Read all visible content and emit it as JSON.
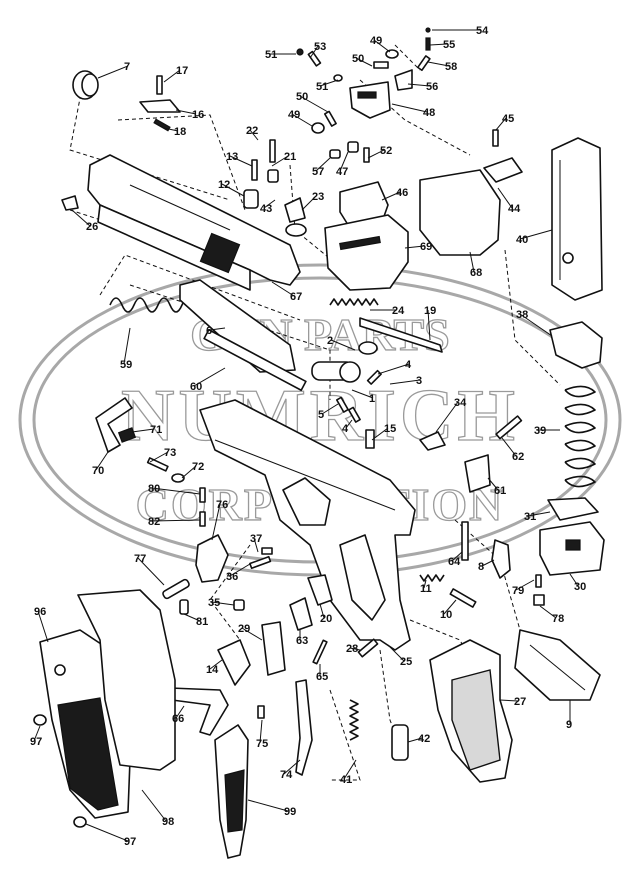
{
  "watermark": {
    "top_text": "GUN PARTS",
    "main_text": "NUMRICH",
    "bottom_text": "CORPORATION"
  },
  "callouts": [
    {
      "id": "c54",
      "label": "54"
    },
    {
      "id": "c55",
      "label": "55"
    },
    {
      "id": "c53",
      "label": "53"
    },
    {
      "id": "c49a",
      "label": "49"
    },
    {
      "id": "c51a",
      "label": "51"
    },
    {
      "id": "c50a",
      "label": "50"
    },
    {
      "id": "c58",
      "label": "58"
    },
    {
      "id": "c7",
      "label": "7"
    },
    {
      "id": "c17",
      "label": "17"
    },
    {
      "id": "c51b",
      "label": "51"
    },
    {
      "id": "c56",
      "label": "56"
    },
    {
      "id": "c50b",
      "label": "50"
    },
    {
      "id": "c48",
      "label": "48"
    },
    {
      "id": "c16",
      "label": "16"
    },
    {
      "id": "c49b",
      "label": "49"
    },
    {
      "id": "c45",
      "label": "45"
    },
    {
      "id": "c18",
      "label": "18"
    },
    {
      "id": "c22",
      "label": "22"
    },
    {
      "id": "c52",
      "label": "52"
    },
    {
      "id": "c13",
      "label": "13"
    },
    {
      "id": "c21",
      "label": "21"
    },
    {
      "id": "c57",
      "label": "57"
    },
    {
      "id": "c47",
      "label": "47"
    },
    {
      "id": "c12",
      "label": "12"
    },
    {
      "id": "c46",
      "label": "46"
    },
    {
      "id": "c44",
      "label": "44"
    },
    {
      "id": "c43",
      "label": "43"
    },
    {
      "id": "c23",
      "label": "23"
    },
    {
      "id": "c26",
      "label": "26"
    },
    {
      "id": "c40",
      "label": "40"
    },
    {
      "id": "c69",
      "label": "69"
    },
    {
      "id": "c68",
      "label": "68"
    },
    {
      "id": "c67",
      "label": "67"
    },
    {
      "id": "c24",
      "label": "24"
    },
    {
      "id": "c19",
      "label": "19"
    },
    {
      "id": "c38",
      "label": "38"
    },
    {
      "id": "c6",
      "label": "6"
    },
    {
      "id": "c2",
      "label": "2"
    },
    {
      "id": "c59",
      "label": "59"
    },
    {
      "id": "c4a",
      "label": "4"
    },
    {
      "id": "c3",
      "label": "3"
    },
    {
      "id": "c60",
      "label": "60"
    },
    {
      "id": "c1",
      "label": "1"
    },
    {
      "id": "c5",
      "label": "5"
    },
    {
      "id": "c4b",
      "label": "4"
    },
    {
      "id": "c34",
      "label": "34"
    },
    {
      "id": "c39",
      "label": "39"
    },
    {
      "id": "c71",
      "label": "71"
    },
    {
      "id": "c15",
      "label": "15"
    },
    {
      "id": "c62",
      "label": "62"
    },
    {
      "id": "c70",
      "label": "70"
    },
    {
      "id": "c73",
      "label": "73"
    },
    {
      "id": "c72",
      "label": "72"
    },
    {
      "id": "c61",
      "label": "61"
    },
    {
      "id": "c80",
      "label": "80"
    },
    {
      "id": "c76",
      "label": "76"
    },
    {
      "id": "c31",
      "label": "31"
    },
    {
      "id": "c82",
      "label": "82"
    },
    {
      "id": "c37",
      "label": "37"
    },
    {
      "id": "c64",
      "label": "64"
    },
    {
      "id": "c8",
      "label": "8"
    },
    {
      "id": "c36",
      "label": "36"
    },
    {
      "id": "c77",
      "label": "77"
    },
    {
      "id": "c30",
      "label": "30"
    },
    {
      "id": "c11",
      "label": "11"
    },
    {
      "id": "c79",
      "label": "79"
    },
    {
      "id": "c35",
      "label": "35"
    },
    {
      "id": "c81",
      "label": "81"
    },
    {
      "id": "c10",
      "label": "10"
    },
    {
      "id": "c78",
      "label": "78"
    },
    {
      "id": "c96",
      "label": "96"
    },
    {
      "id": "c29",
      "label": "29"
    },
    {
      "id": "c63",
      "label": "63"
    },
    {
      "id": "c20",
      "label": "20"
    },
    {
      "id": "c14",
      "label": "14"
    },
    {
      "id": "c28",
      "label": "28"
    },
    {
      "id": "c25",
      "label": "25"
    },
    {
      "id": "c65",
      "label": "65"
    },
    {
      "id": "c9",
      "label": "9"
    },
    {
      "id": "c66",
      "label": "66"
    },
    {
      "id": "c27",
      "label": "27"
    },
    {
      "id": "c97a",
      "label": "97"
    },
    {
      "id": "c75",
      "label": "75"
    },
    {
      "id": "c42",
      "label": "42"
    },
    {
      "id": "c74",
      "label": "74"
    },
    {
      "id": "c41",
      "label": "41"
    },
    {
      "id": "c98",
      "label": "98"
    },
    {
      "id": "c99",
      "label": "99"
    },
    {
      "id": "c97b",
      "label": "97"
    }
  ]
}
